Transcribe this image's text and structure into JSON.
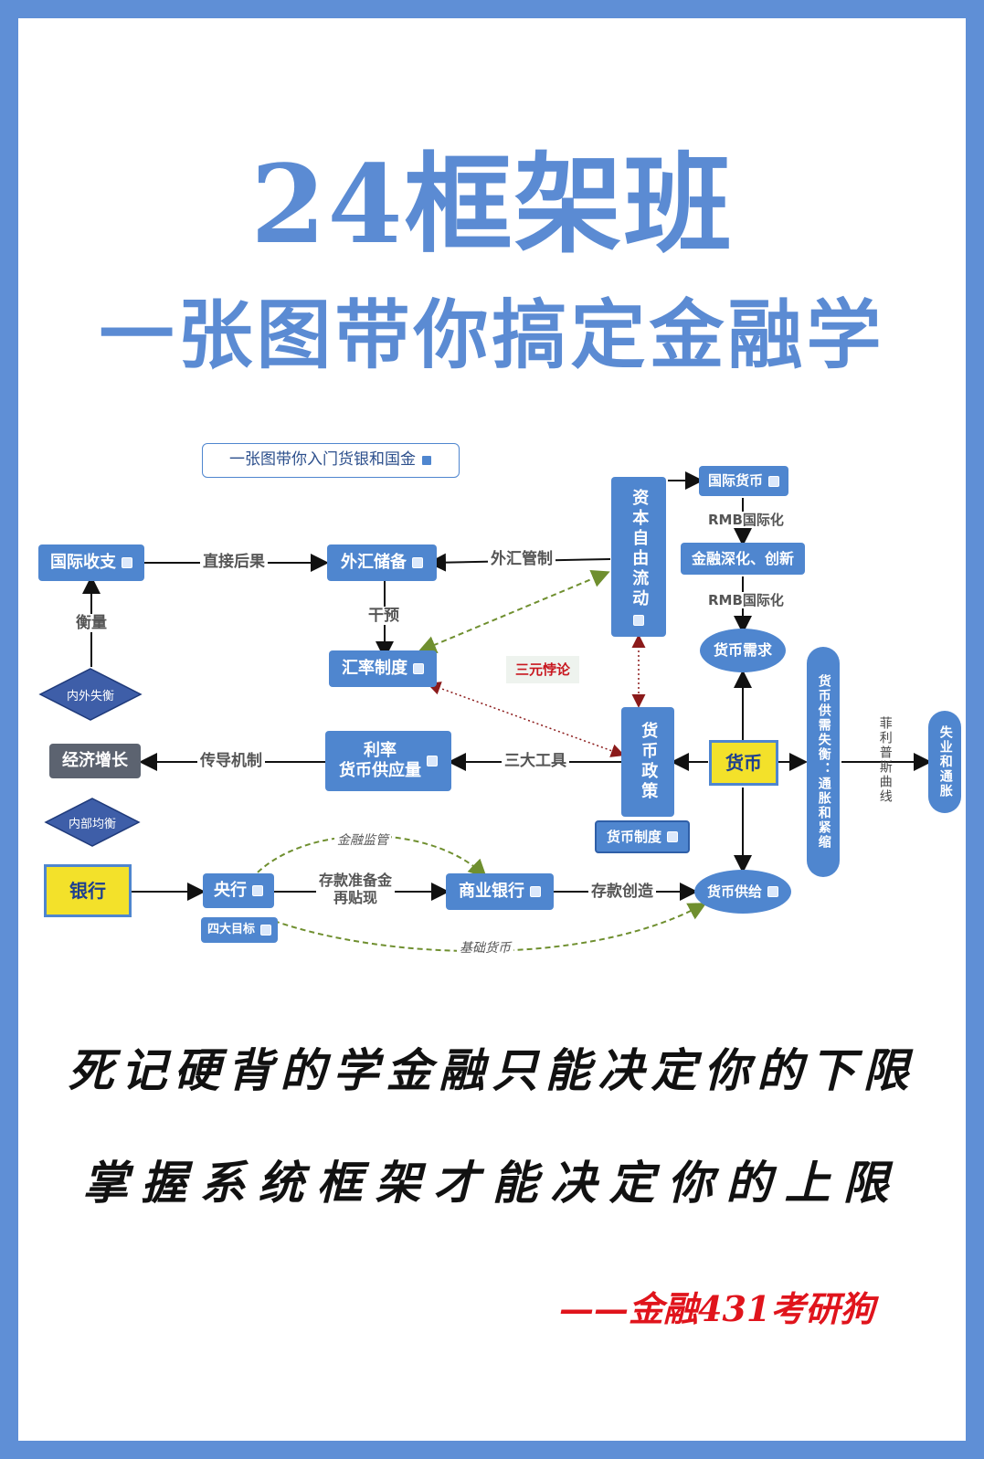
{
  "header": {
    "title": "24框架班",
    "subtitle": "一张图带你搞定金融学"
  },
  "diagram": {
    "top_button": "一张图带你入门货银和国金",
    "nodes": {
      "balance_of_payments": "国际收支",
      "fx_reserves": "外汇储备",
      "exchange_rate_regime": "汇率制度",
      "capital_flow": "资本自由流动",
      "international_currency": "国际货币",
      "financial_deepening": "金融深化、创新",
      "money_demand": "货币需求",
      "money_supply_imbalance": "货币供需失衡：通胀和紧缩",
      "unemployment_inflation": "失业和通胀",
      "economic_growth": "经济增长",
      "interest_rate_line1": "利率",
      "interest_rate_line2": "货币供应量",
      "monetary_policy": "货币政策",
      "money": "货币",
      "monetary_regime": "货币制度",
      "internal_external_imbalance": "内外失衡",
      "internal_balance": "内部均衡",
      "bank": "银行",
      "central_bank": "央行",
      "four_goals": "四大目标",
      "commercial_bank": "商业银行",
      "money_supply": "货币供给"
    },
    "edge_labels": {
      "direct_result": "直接后果",
      "fx_control": "外汇管制",
      "intervention": "干预",
      "measure": "衡量",
      "rmb_intl_1": "RMB国际化",
      "rmb_intl_2": "RMB国际化",
      "trilemma": "三元悖论",
      "transmission": "传导机制",
      "three_tools": "三大工具",
      "phillips_curve": "菲利普斯曲线",
      "financial_supervision": "金融监管",
      "reserve_line1": "存款准备金",
      "reserve_line2": "再贴现",
      "deposit_creation": "存款创造",
      "base_money": "基础货币"
    }
  },
  "slogans": {
    "line1": "死记硬背的学金融只能决定你的下限",
    "line2": "掌握系统框架才能决定你的上限"
  },
  "signature": "——金融431考研狗",
  "colors": {
    "frame": "#5f8fd6",
    "title": "#5b8bd3",
    "node": "#4f86cf",
    "highlight": "#f3e12a",
    "signature": "#e0141c"
  }
}
